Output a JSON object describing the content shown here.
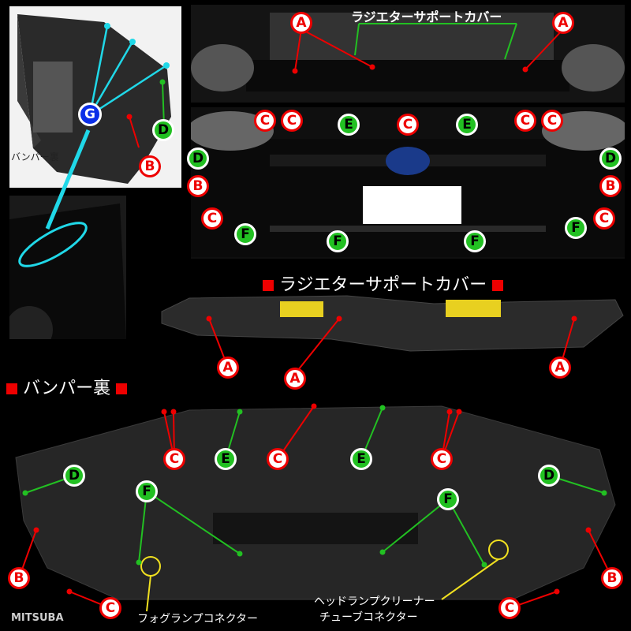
{
  "labels": {
    "radiator_cover_top": "ラジエターサポートカバー",
    "radiator_cover_title": "ラジエターサポートカバー",
    "bumper_back_title": "バンパー裏",
    "bumper_back_small": "バンパー裏",
    "fog_connector": "フォグランプコネクター",
    "headlamp_cleaner_1": "ヘッドランプクリーナー",
    "headlamp_cleaner_2": "チューブコネクター",
    "brand": "MITSUBA"
  },
  "markers": {
    "A": "A",
    "B": "B",
    "C": "C",
    "D": "D",
    "E": "E",
    "F": "F",
    "G": "G"
  },
  "colors": {
    "red": "#e00000",
    "green": "#22c022",
    "blue": "#0b2fe8",
    "cyan": "#20d8e8",
    "yellow": "#f0e020"
  }
}
